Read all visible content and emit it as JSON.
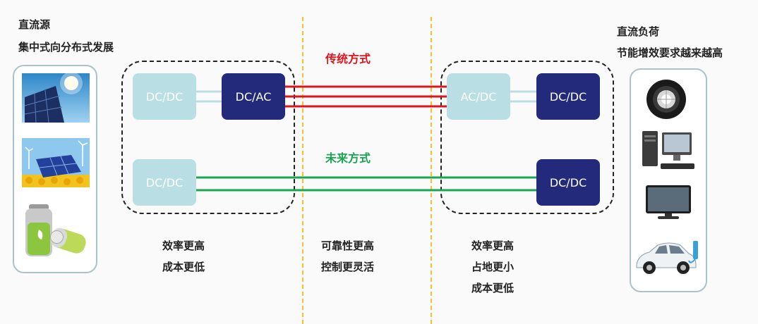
{
  "left_header": {
    "title": "直流源",
    "subtitle": "集中式向分布式发展"
  },
  "right_header": {
    "title": "直流负荷",
    "subtitle": "节能增效要求越来越高"
  },
  "left_group": {
    "top_box_1": "DC/DC",
    "top_box_2": "DC/AC",
    "bottom_box": "DC/DC"
  },
  "right_group": {
    "top_box_1": "AC/DC",
    "top_box_2": "DC/DC",
    "bottom_box": "DC/DC"
  },
  "captions": {
    "traditional": "传统方式",
    "future": "未来方式"
  },
  "notes": {
    "left": [
      "效率更高",
      "成本更低"
    ],
    "middle": [
      "可靠性更高",
      "控制更灵活"
    ],
    "right": [
      "效率更高",
      "占地更小",
      "成本更低"
    ]
  },
  "colors": {
    "traditional_line": "#e0141c",
    "future_line": "#1aa551",
    "dark_box": "#232a7c",
    "light_box": "#b9dee3",
    "separator": "#f2c12e"
  },
  "icons": {
    "sources": [
      "solar-panel-icon",
      "wind-solar-farm-icon",
      "battery-icon"
    ],
    "loads": [
      "led-lamp-icon",
      "desktop-computer-icon",
      "monitor-icon",
      "electric-vehicle-icon"
    ]
  }
}
